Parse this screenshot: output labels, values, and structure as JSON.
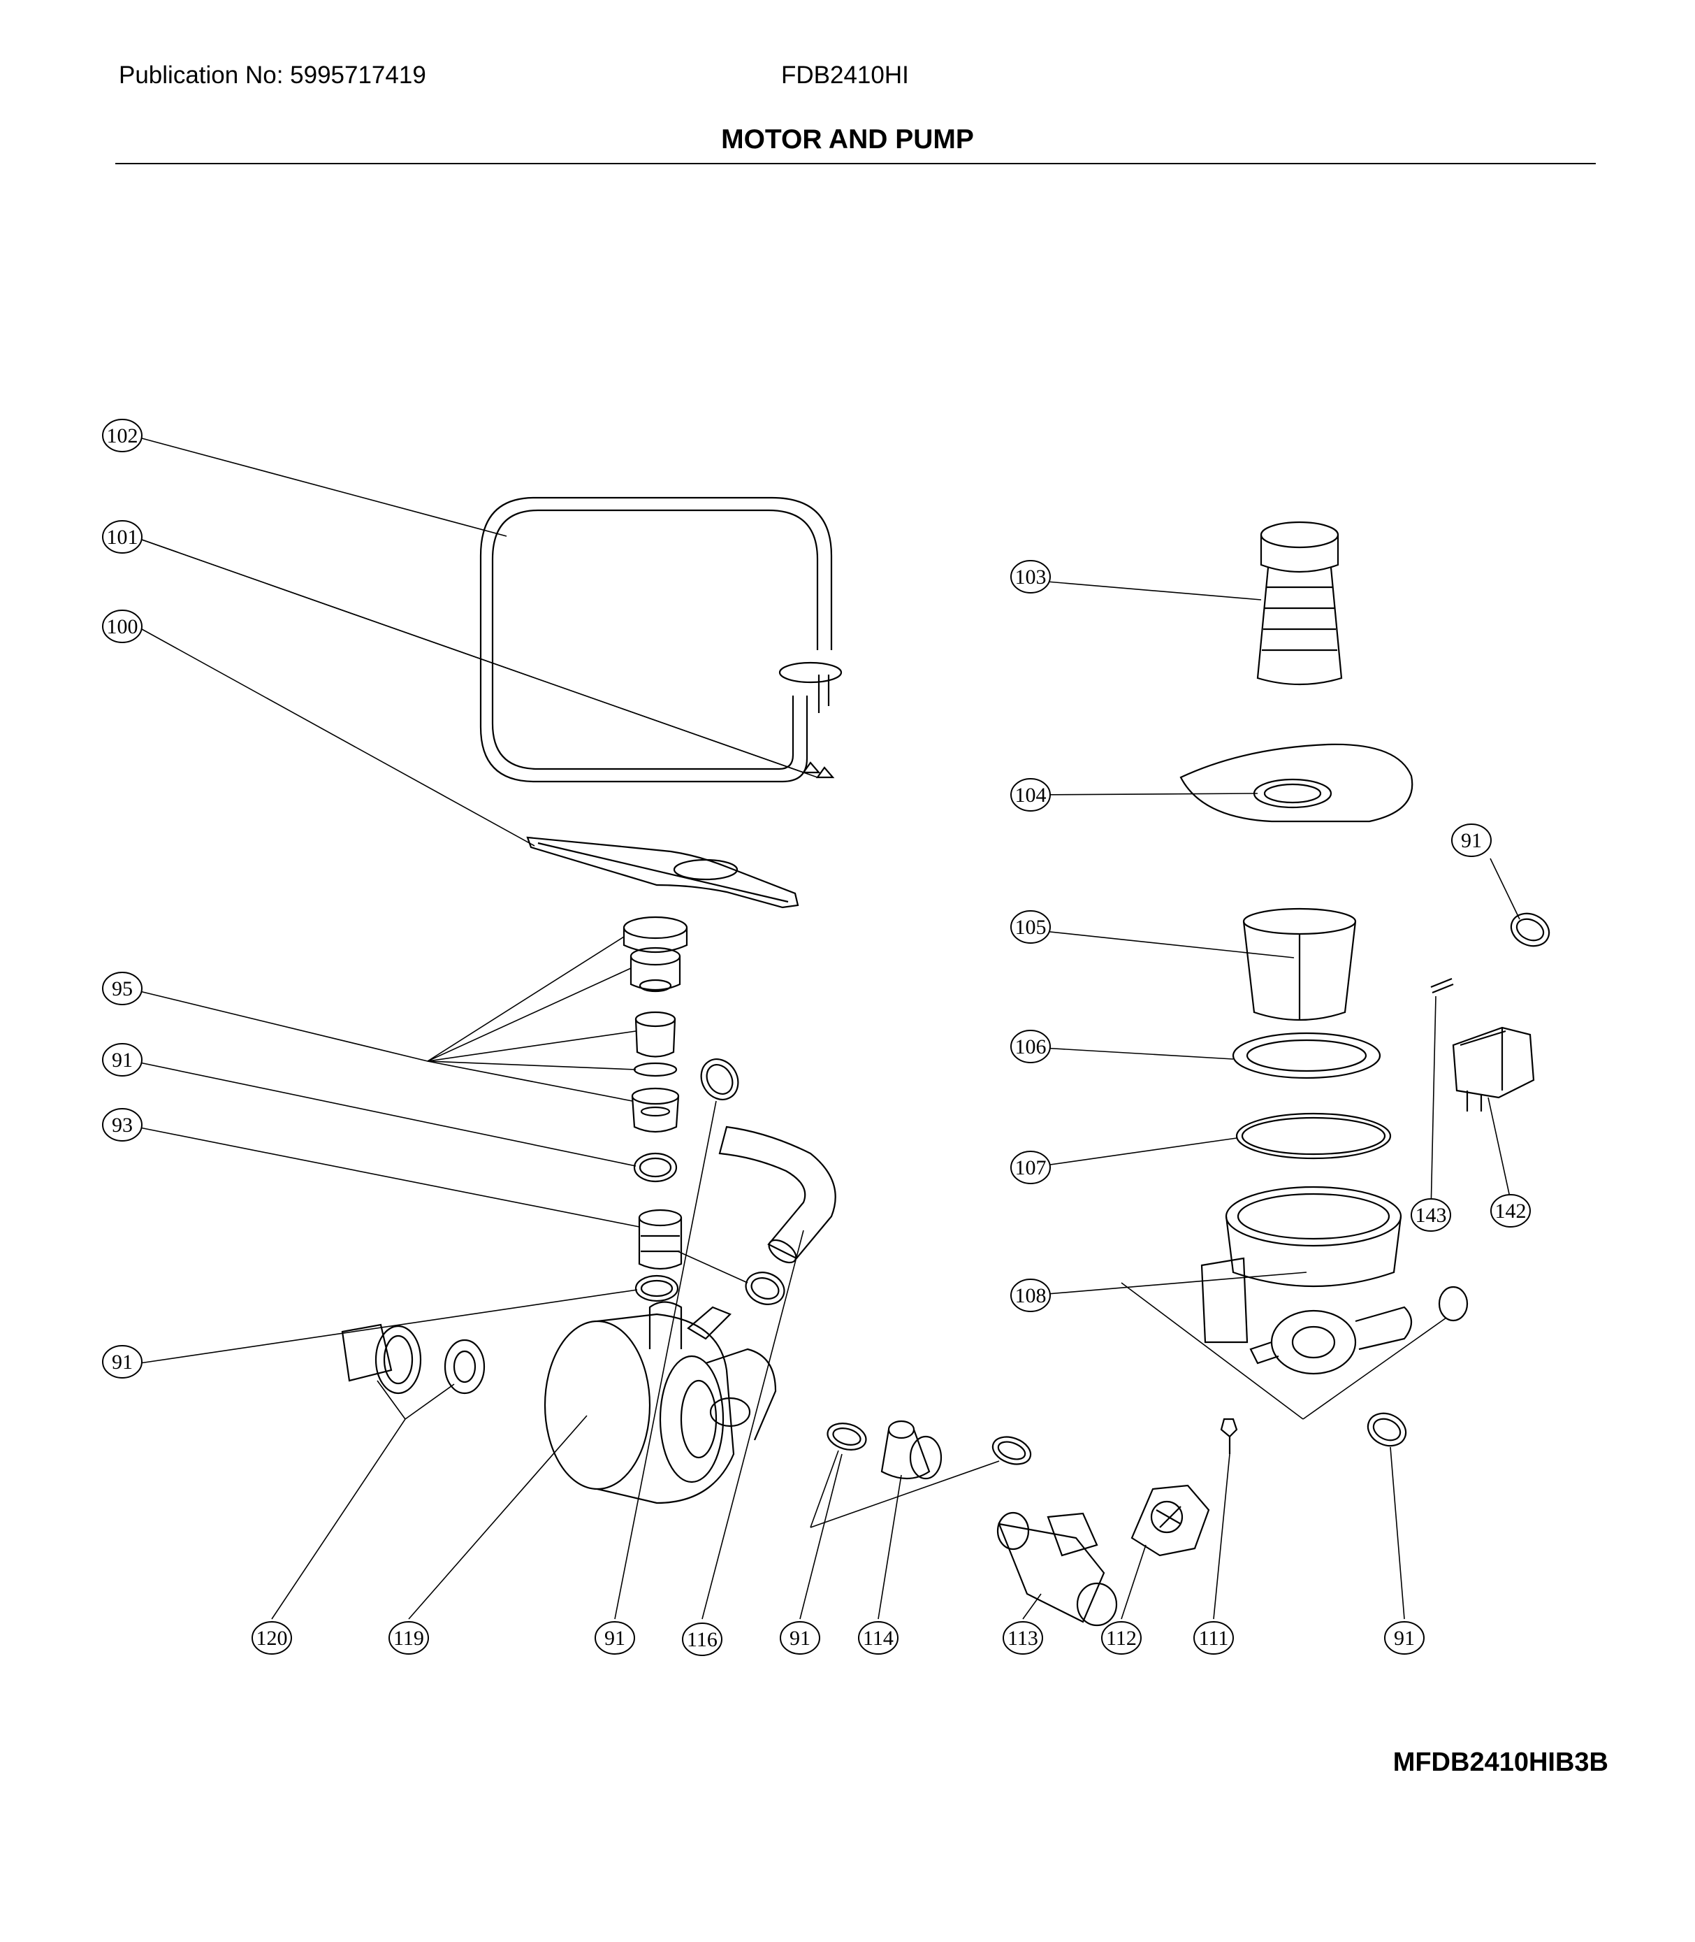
{
  "header": {
    "publication": "Publication No: 5995717419",
    "model": "FDB2410HI",
    "title": "MOTOR AND PUMP"
  },
  "footer": {
    "code": "MFDB2410HIB3B"
  },
  "callouts": {
    "c102": "102",
    "c101": "101",
    "c100": "100",
    "c95": "95",
    "c91a": "91",
    "c93": "93",
    "c91b": "91",
    "c103": "103",
    "c104": "104",
    "c91c": "91",
    "c105": "105",
    "c106": "106",
    "c107": "107",
    "c143": "143",
    "c142": "142",
    "c108": "108",
    "c120": "120",
    "c119": "119",
    "c91d": "91",
    "c116": "116",
    "c91e": "91",
    "c114": "114",
    "c113": "113",
    "c112": "112",
    "c111": "111",
    "c91f": "91"
  }
}
